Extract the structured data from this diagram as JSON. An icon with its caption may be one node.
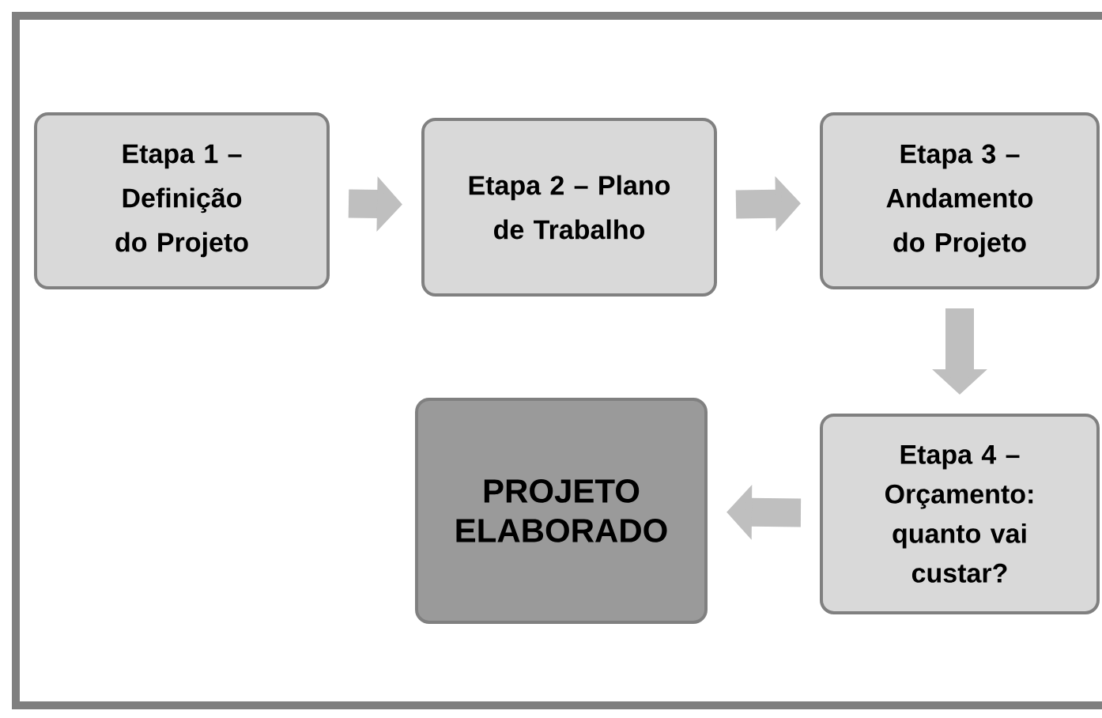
{
  "diagram": {
    "nodes": [
      {
        "text": [
          "Etapa 1 – Definição do Projeto"
        ]
      },
      {
        "text": [
          "Etapa 2 – Plano de Trabalho"
        ]
      },
      {
        "text": [
          "Etapa 3 – Andamento do Projeto"
        ]
      },
      {
        "text": [
          "Etapa 4 – Orçamento: quanto vai custar?"
        ]
      },
      {
        "text": [
          "PROJETO ELABORADO"
        ]
      }
    ],
    "edges": [
      {
        "from": 0,
        "to": 1,
        "arrow": "to"
      },
      {
        "from": 1,
        "to": 2,
        "arrow": "to"
      },
      {
        "from": 2,
        "to": 3,
        "arrow": "to"
      },
      {
        "from": 3,
        "to": 4,
        "arrow": "to"
      }
    ]
  }
}
